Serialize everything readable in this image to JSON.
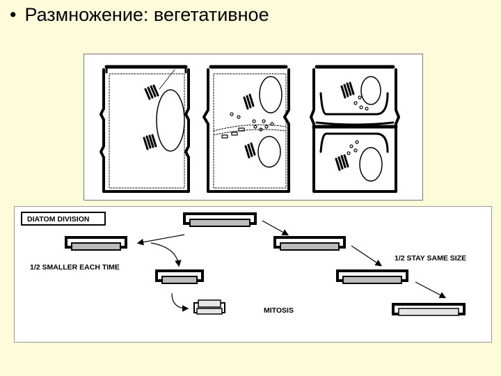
{
  "slide": {
    "bullet": "•",
    "title": "Размножение: вегетативное"
  },
  "diagram": {
    "header": "DIATOM DIVISION",
    "label_smaller": "1/2 SMALLER EACH TIME",
    "label_same": "1/2 STAY SAME SIZE",
    "label_mitosis": "MITOSIS"
  }
}
